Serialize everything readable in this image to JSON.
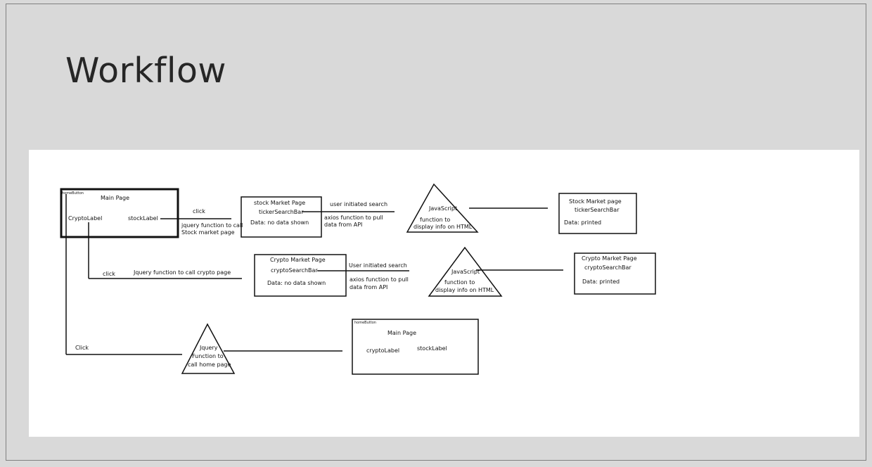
{
  "slide": {
    "title": "Workflow"
  },
  "diagram": {
    "main_page_box": {
      "home_button": "homeButton",
      "title": "Main Page",
      "crypto_label": "CryptoLabel",
      "stock_label": "stockLabel"
    },
    "row_stock": {
      "click_label": "click",
      "jquery_line1": "jquery function to call",
      "jquery_line2": "Stock market page",
      "stock_page_box": {
        "title": "stock Market Page",
        "search_bar": "tickerSearchBar",
        "data": "Data: no data shown"
      },
      "search_label": "user initiated search",
      "axios_line1": "axios function to pull",
      "axios_line2": "data from API",
      "js_triangle": {
        "title": "JavaScript",
        "line1": "function to",
        "line2": "display info on HTML"
      },
      "result_box": {
        "title": "Stock Market page",
        "search_bar": "tickerSearchBar",
        "data": "Data: printed"
      }
    },
    "row_crypto": {
      "click_label": "click",
      "jquery_label": "Jquery function to call crypto page",
      "crypto_page_box": {
        "title": "Crypto Market Page",
        "search_bar": "cryptoSearchBar",
        "data": "Data: no data shown"
      },
      "search_label": "User initiated search",
      "axios_line1": "axios function to pull",
      "axios_line2": "data from API",
      "js_triangle": {
        "title": "JavaScript",
        "line1": "function to",
        "line2": "display info on HTML"
      },
      "result_box": {
        "title": "Crypto Market Page",
        "search_bar": "cryptoSearchBar",
        "data": "Data: printed"
      }
    },
    "row_home": {
      "click_label": "Click",
      "jquery_triangle": {
        "line1": "Jquery",
        "line2": "Function to",
        "line3": "call home page"
      },
      "main_page_box": {
        "home_button": "homeButton",
        "title": "Main Page",
        "crypto_label": "cryptoLabel",
        "stock_label": "stockLabel"
      }
    }
  }
}
